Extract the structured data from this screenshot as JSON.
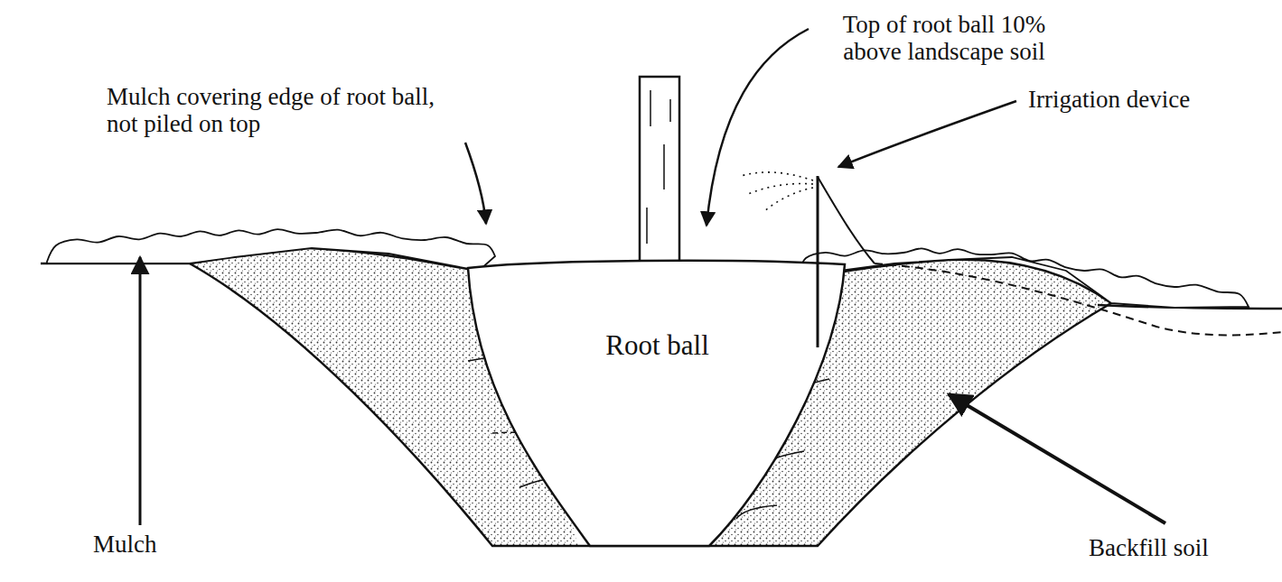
{
  "diagram": {
    "nodes": [
      {
        "text": [
          "Root ball"
        ]
      }
    ],
    "labels": [
      "Mulch covering edge of root ball, not piled on top",
      "Top of root ball 10% above landscape soil",
      "Irrigation device",
      "Mulch",
      "Backfill soil"
    ]
  }
}
